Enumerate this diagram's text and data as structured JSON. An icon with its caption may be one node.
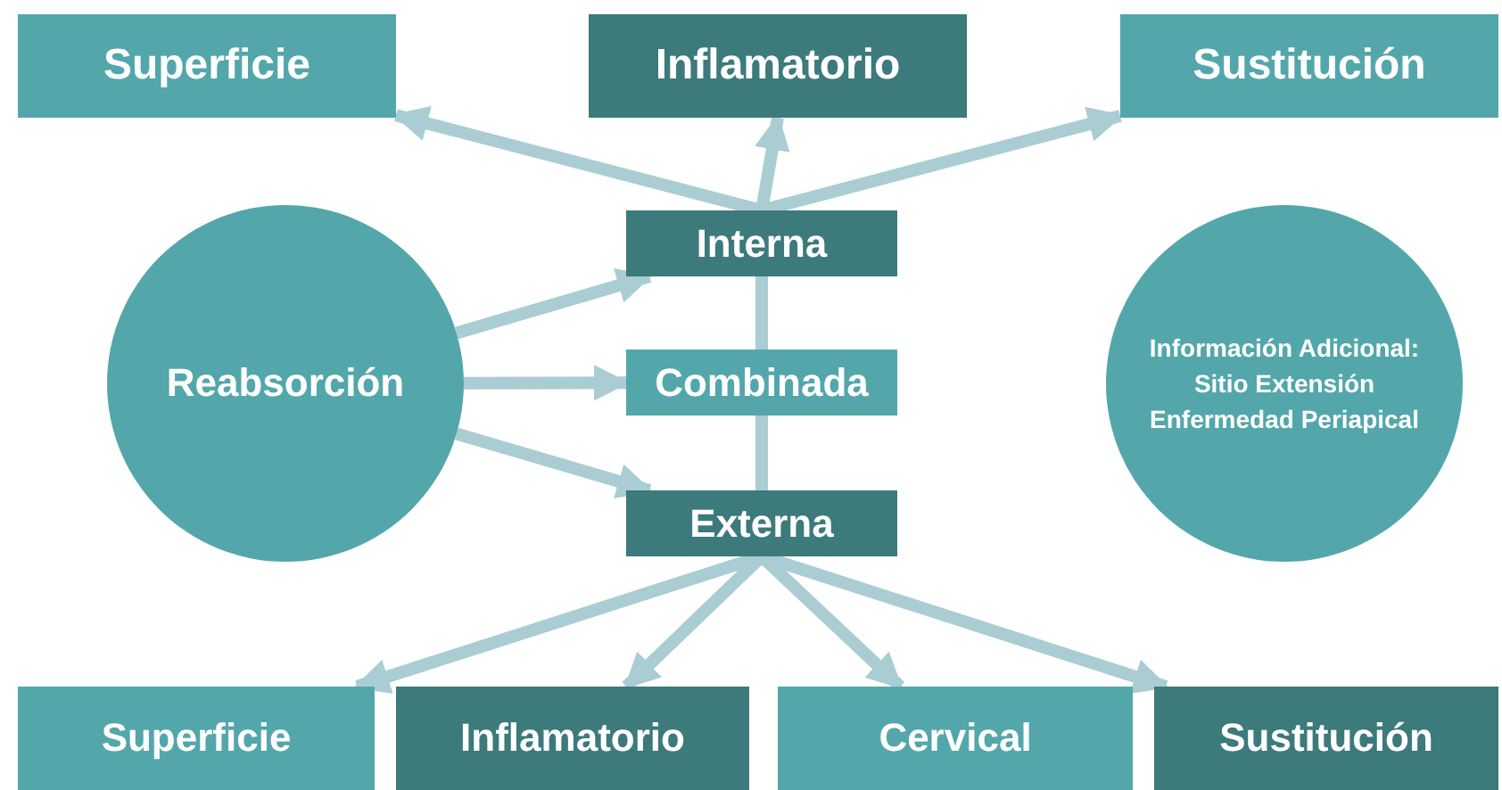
{
  "diagram": {
    "nodes": [
      {
        "text": [
          "Superficie"
        ]
      },
      {
        "text": [
          "Inflamatorio"
        ]
      },
      {
        "text": [
          "Sustitución"
        ]
      },
      {
        "text": [
          "Reabsorción"
        ]
      },
      {
        "text": [
          "Interna"
        ]
      },
      {
        "text": [
          "Combinada"
        ]
      },
      {
        "text": [
          "Externa"
        ]
      },
      {
        "text": [
          "Información Adicional: Sitio Extensión Enfermedad Periapical"
        ]
      },
      {
        "text": [
          "Superficie"
        ]
      },
      {
        "text": [
          "Inflamatorio"
        ]
      },
      {
        "text": [
          "Cervical"
        ]
      },
      {
        "text": [
          "Sustitución"
        ]
      }
    ],
    "edges": [
      {
        "from": 3,
        "to": 4,
        "arrow": "to"
      },
      {
        "from": 3,
        "to": 5,
        "arrow": "to"
      },
      {
        "from": 3,
        "to": 6,
        "arrow": "to"
      },
      {
        "from": 4,
        "to": 0,
        "arrow": "to"
      },
      {
        "from": 4,
        "to": 1,
        "arrow": "to"
      },
      {
        "from": 4,
        "to": 2,
        "arrow": "to"
      },
      {
        "from": 4,
        "to": 5,
        "arrow": "none"
      },
      {
        "from": 5,
        "to": 6,
        "arrow": "none"
      },
      {
        "from": 6,
        "to": 8,
        "arrow": "to"
      },
      {
        "from": 6,
        "to": 9,
        "arrow": "to"
      },
      {
        "from": 6,
        "to": 10,
        "arrow": "to"
      },
      {
        "from": 6,
        "to": 11,
        "arrow": "to"
      }
    ]
  }
}
